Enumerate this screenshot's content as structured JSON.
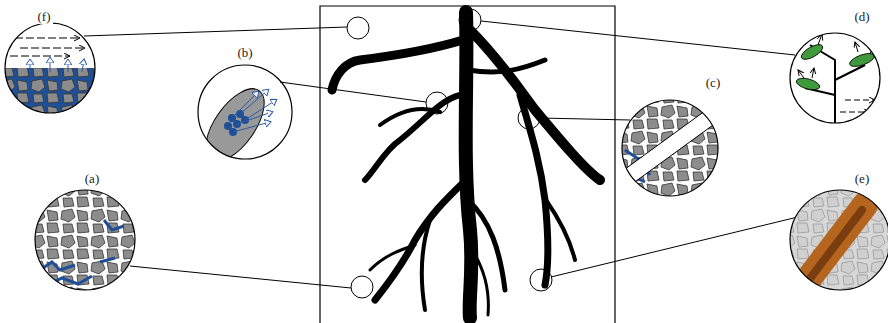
{
  "diagram": {
    "labels": [
      "(f)",
      "(d)",
      "(b)",
      "(c)",
      "(a)",
      "(e)"
    ]
  }
}
